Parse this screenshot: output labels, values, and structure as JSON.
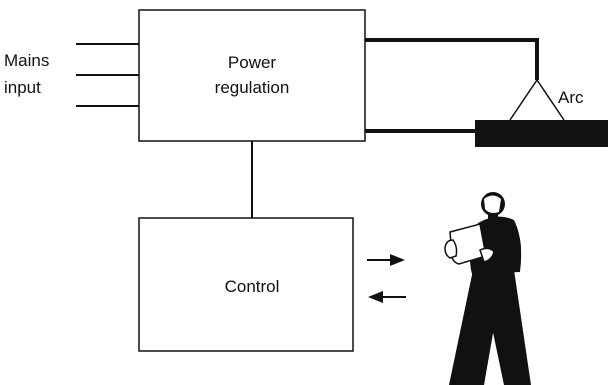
{
  "labels": {
    "mains_line1": "Mains",
    "mains_line2": "input",
    "power_line1": "Power",
    "power_line2": "regulation",
    "arc": "Arc",
    "control": "Control"
  },
  "colors": {
    "stroke": "#111111",
    "fill": "#111111",
    "background": "#ffffff"
  },
  "icons": {
    "operator": "person-reading-document-icon",
    "arrow_out": "arrow-right-icon",
    "arrow_in": "arrow-left-icon"
  }
}
